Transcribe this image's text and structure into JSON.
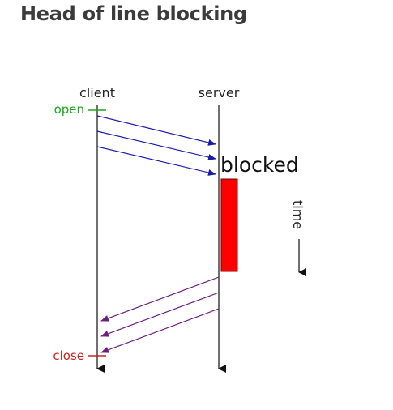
{
  "page": {
    "title": "Head of line blocking"
  },
  "diagram": {
    "client_label": "client",
    "server_label": "server",
    "open_label": "open",
    "close_label": "close",
    "blocked_label": "blocked",
    "time_label": "time",
    "colors": {
      "open": "#1aaa1a",
      "close": "#d42020",
      "request_arrows": "#1a1aa8",
      "response_arrows": "#6b1d82",
      "blocked_box": "#ff0000",
      "timelines": "#111111"
    },
    "request_count": 3,
    "response_count": 3
  }
}
